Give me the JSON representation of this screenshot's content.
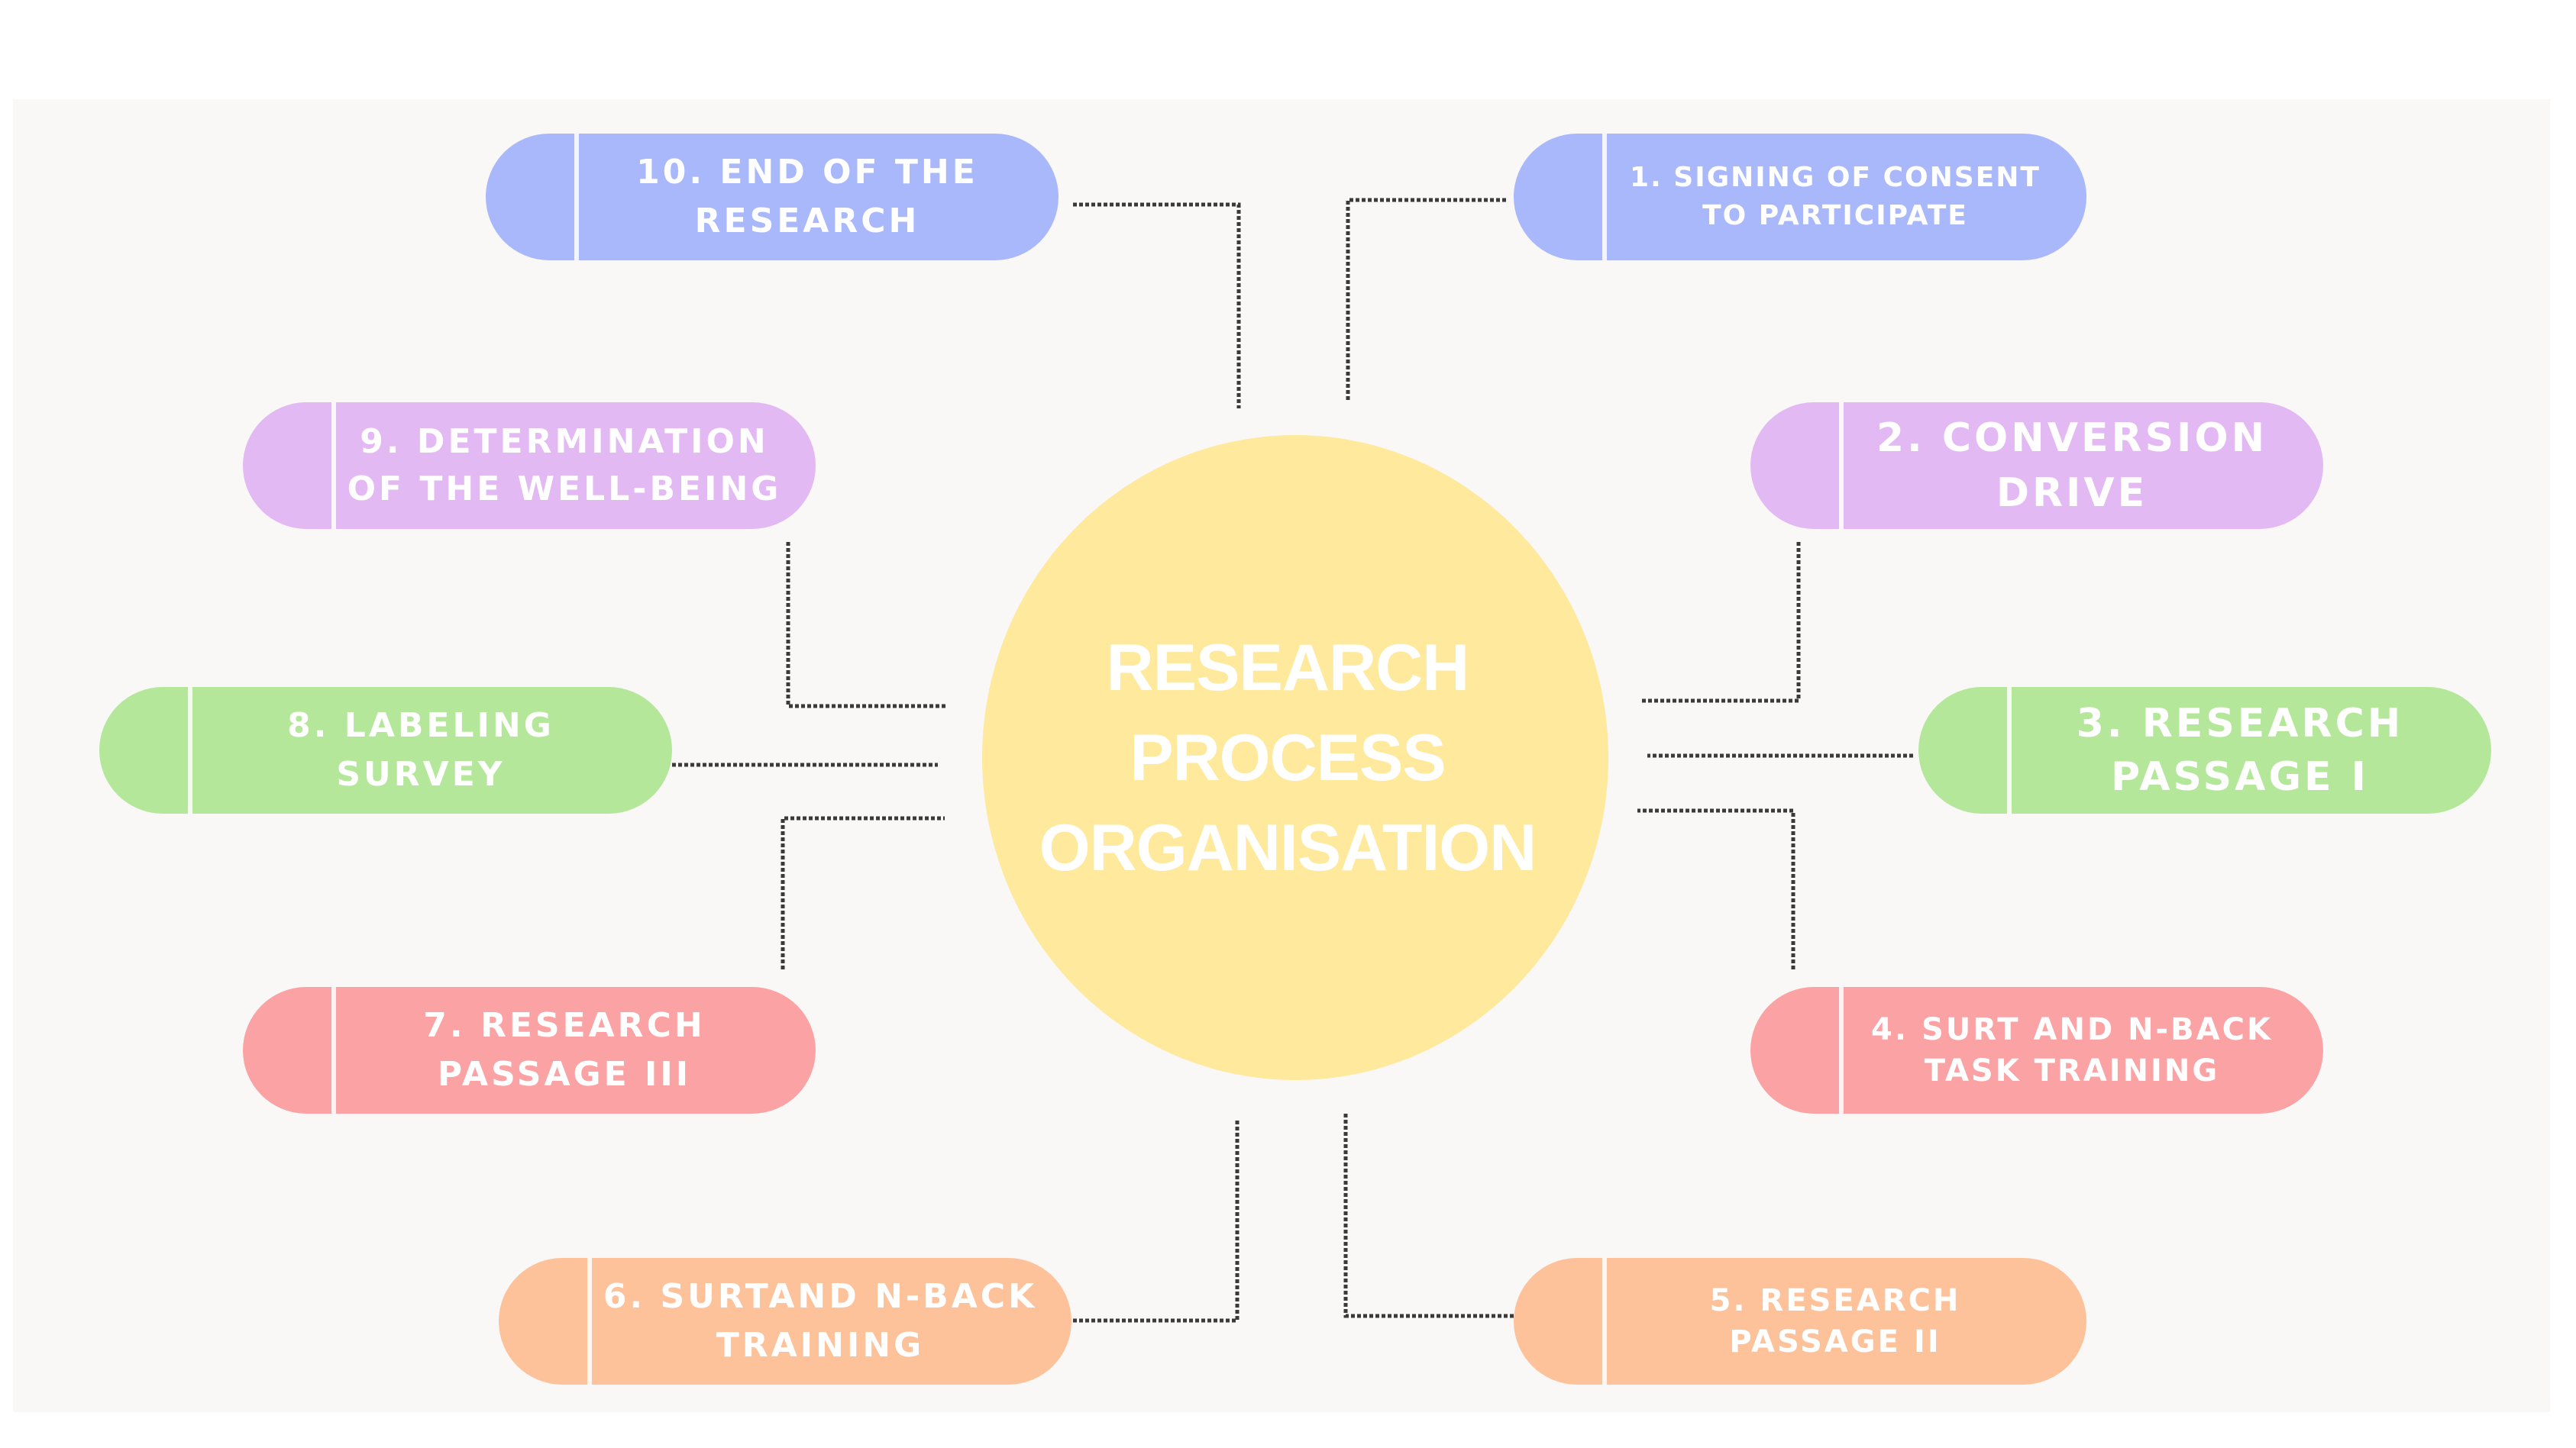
{
  "center": {
    "title": "RESEARCH\nPROCESS\nORGANISATION",
    "color": "#fee99d"
  },
  "steps": [
    {
      "id": "step-1",
      "label": "1. SIGNING OF CONSENT\nTO PARTICIPATE",
      "color": "#a9b8fb"
    },
    {
      "id": "step-2",
      "label": "2. CONVERSION\nDRIVE",
      "color": "#e2b9f3"
    },
    {
      "id": "step-3",
      "label": "3. RESEARCH\nPASSAGE I",
      "color": "#b4e79a"
    },
    {
      "id": "step-4",
      "label": "4. SURT AND N-BACK\nTASK TRAINING",
      "color": "#fba3a4"
    },
    {
      "id": "step-5",
      "label": "5. RESEARCH\nPASSAGE II",
      "color": "#fec29b"
    },
    {
      "id": "step-6",
      "label": "6. SURTAND N-BACK\nTRAINING",
      "color": "#fec29b"
    },
    {
      "id": "step-7",
      "label": "7. RESEARCH\nPASSAGE III",
      "color": "#fba3a4"
    },
    {
      "id": "step-8",
      "label": "8. LABELING\nSURVEY",
      "color": "#b4e79a"
    },
    {
      "id": "step-9",
      "label": "9. DETERMINATION\nOF THE WELL-BEING",
      "color": "#e2b9f3"
    },
    {
      "id": "step-10",
      "label": "10. END OF THE\nRESEARCH",
      "color": "#a9b8fb"
    }
  ]
}
